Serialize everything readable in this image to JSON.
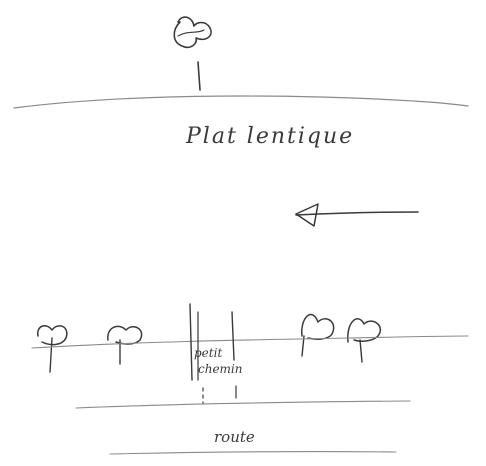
{
  "labels": {
    "plat": "Plat lentique",
    "chemin_line1": "petit",
    "chemin_line2": "chemin",
    "route": "route"
  },
  "icons": {
    "tree": "tree-icon",
    "arrow": "arrow-left-icon"
  },
  "colors": {
    "ink": "#3a3a3a",
    "paper": "#ffffff"
  }
}
